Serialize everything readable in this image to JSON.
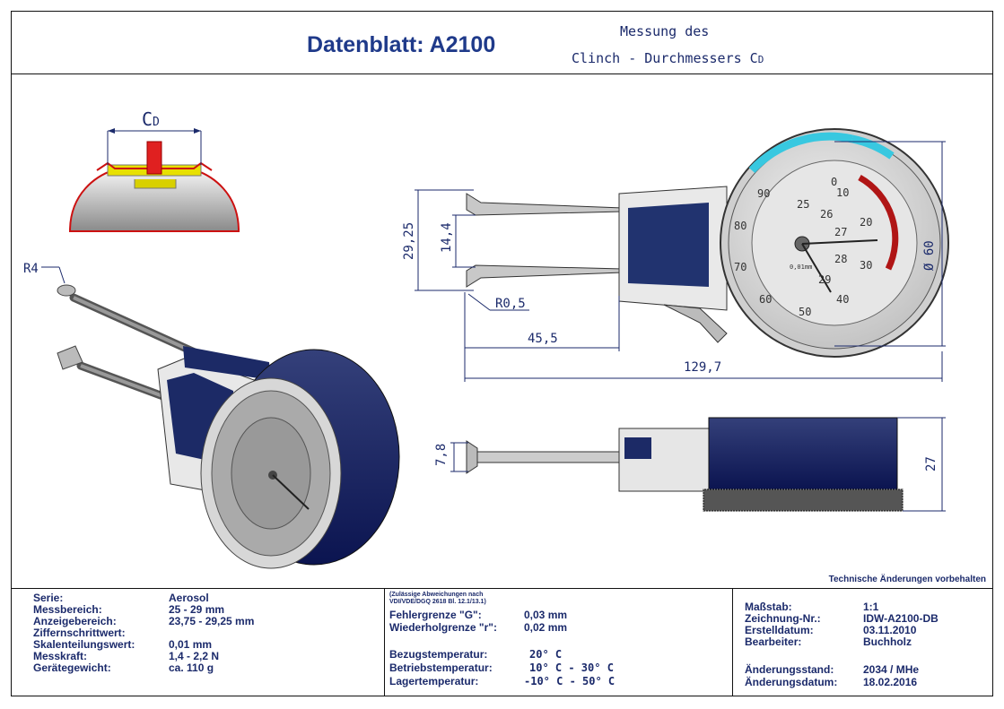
{
  "header": {
    "title": "Datenblatt:  A2100",
    "subtitle_line1": "Messung des",
    "subtitle_line2": "Clinch - Durchmessers C",
    "subtitle_sub": "D"
  },
  "drawing": {
    "cd_label": "C",
    "cd_sub": "D",
    "r4": "R4",
    "r05": "R0,5",
    "dim_29_25": "29,25",
    "dim_14_4": "14,4",
    "dim_45_5": "45,5",
    "dim_129_7": "129,7",
    "dim_60": "Ø 60",
    "dim_7_8": "7,8",
    "dim_27": "27",
    "dial": {
      "outer_numbers": [
        "0",
        "10",
        "20",
        "30",
        "40",
        "50",
        "60",
        "70",
        "80",
        "90"
      ],
      "inner_numbers": [
        "25",
        "26",
        "27",
        "28",
        "29"
      ],
      "unit": "0,01mm"
    },
    "note": "Technische Änderungen vorbehalten"
  },
  "info": {
    "left": [
      {
        "label": "Serie:",
        "value": "Aerosol"
      },
      {
        "label": "Messbereich:",
        "value": "25 - 29 mm"
      },
      {
        "label": "Anzeigebereich:",
        "value": "23,75 - 29,25 mm"
      },
      {
        "label": "Ziffernschrittwert:",
        "value": ""
      },
      {
        "label": "Skalenteilungswert:",
        "value": "0,01 mm"
      },
      {
        "label": "Messkraft:",
        "value": "1,4 - 2,2 N"
      },
      {
        "label": "Gerätegewicht:",
        "value": "ca. 110 g"
      }
    ],
    "mid_note1": "(Zulässige Abweichungen nach",
    "mid_note2": "VDI/VDE/DGQ 2618 Bl. 12.1/13.1)",
    "mid": [
      {
        "label": "Fehlergrenze \"G\":",
        "value": "0,03 mm"
      },
      {
        "label": "Wiederholgrenze \"r\":",
        "value": "0,02 mm"
      }
    ],
    "temps": [
      {
        "label": "Bezugstemperatur:",
        "value": "20° C"
      },
      {
        "label": "Betriebstemperatur:",
        "value": "10° C - 30° C"
      },
      {
        "label": "Lagertemperatur:",
        "value": "-10° C - 50° C"
      }
    ],
    "right": [
      {
        "label": "Maßstab:",
        "value": "1:1"
      },
      {
        "label": "Zeichnung-Nr.:",
        "value": "IDW-A2100-DB"
      },
      {
        "label": "Erstelldatum:",
        "value": "03.11.2010"
      },
      {
        "label": "Bearbeiter:",
        "value": "Buchholz"
      }
    ],
    "right2": [
      {
        "label": "Änderungsstand:",
        "value": "2034 / MHe"
      },
      {
        "label": "Änderungsdatum:",
        "value": "18.02.2016"
      }
    ]
  }
}
